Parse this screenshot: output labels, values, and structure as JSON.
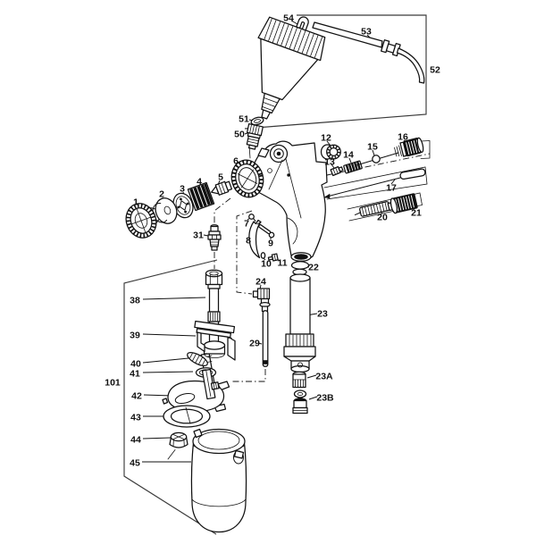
{
  "colors": {
    "ink": "#111111",
    "paper": "#ffffff",
    "frame": "#3a3a3a"
  },
  "labels": {
    "l1": "1",
    "l2": "2",
    "l3": "3",
    "l4": "4",
    "l5": "5",
    "l6": "6",
    "l7": "7",
    "l8": "8",
    "l9": "9",
    "l10": "10",
    "l11": "11",
    "l12": "12",
    "l13": "13",
    "l14": "14",
    "l15": "15",
    "l16": "16",
    "l17": "17",
    "l20": "20",
    "l21": "21",
    "l22": "22",
    "l23": "23",
    "l23a": "23A",
    "l23b": "23B",
    "l24": "24",
    "l29": "29",
    "l31": "31",
    "l38": "38",
    "l39": "39",
    "l40": "40",
    "l41": "41",
    "l42": "42",
    "l43": "43",
    "l44": "44",
    "l45": "45",
    "l50": "50",
    "l51": "51",
    "l52": "52",
    "l53": "53",
    "l54": "54",
    "l101": "101"
  }
}
